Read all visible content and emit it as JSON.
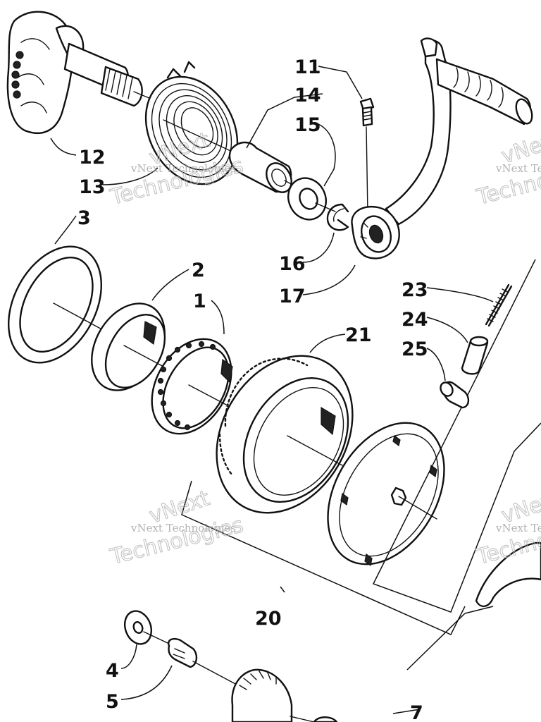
{
  "labels": {
    "p1": "1",
    "p2": "2",
    "p3": "3",
    "p4": "4",
    "p5": "5",
    "p7": "7",
    "p11": "11",
    "p12": "12",
    "p13": "13",
    "p14": "14",
    "p15": "15",
    "p16": "16",
    "p17": "17",
    "p20": "20",
    "p21": "21",
    "p23": "23",
    "p24": "24",
    "p25": "25"
  },
  "watermark": {
    "line1": "vNext Technologies",
    "line2": "Technologies",
    "line3": "vNext"
  }
}
